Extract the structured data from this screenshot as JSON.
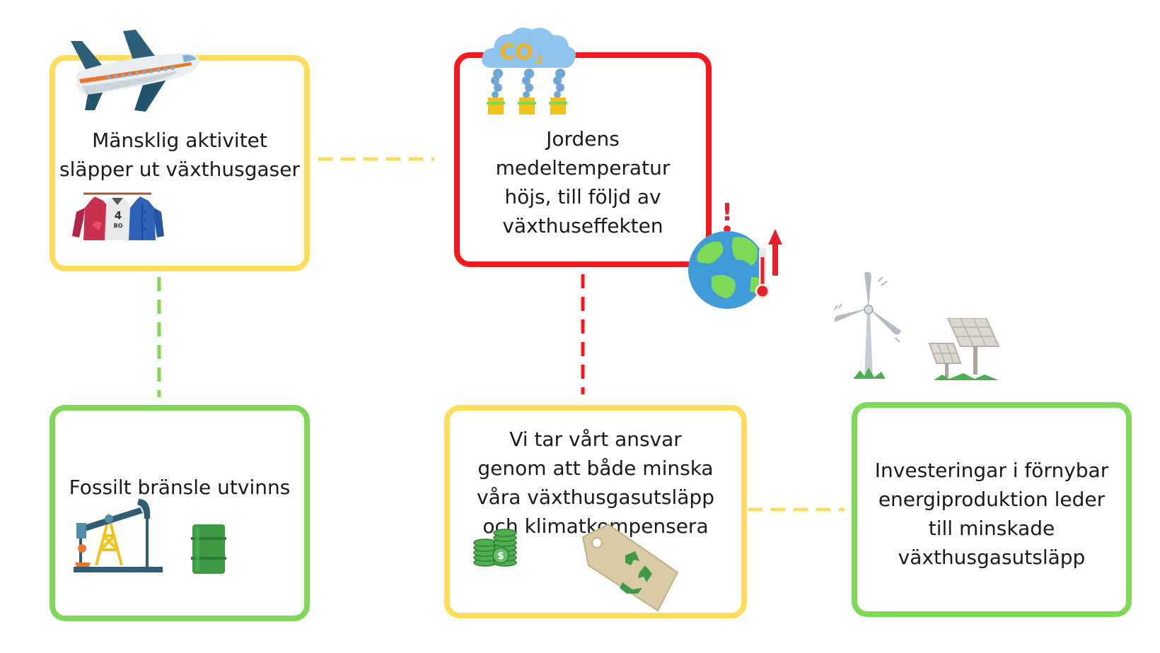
{
  "colors": {
    "yellow": "#FFDC5A",
    "red": "#F5191E",
    "green": "#7ED957"
  },
  "boxes": {
    "human_activity": {
      "lines": [
        "Mänsklig aktivitet",
        "släpper ut växthusgaser"
      ]
    },
    "temperature": {
      "lines": [
        "Jordens",
        "medeltemperatur",
        "höjs, till följd av",
        "växthuseffekten"
      ]
    },
    "fossil": {
      "lines": [
        "Fossilt bränsle utvinns"
      ]
    },
    "responsibility": {
      "lines": [
        "Vi tar vårt ansvar",
        "genom att både minska",
        "våra växthusgasutsläpp",
        "och klimatkompensera"
      ]
    },
    "renewable": {
      "lines": [
        "Investeringar i förnybar",
        "energiproduktion leder",
        "till minskade",
        "växthusgasutsläpp"
      ]
    }
  },
  "icons": {
    "cloud_label": "CO",
    "cloud_subscript": "2",
    "shirt_number": "4",
    "shirt_text": "BO",
    "exclamation": "!",
    "dollar_sign": "$"
  }
}
